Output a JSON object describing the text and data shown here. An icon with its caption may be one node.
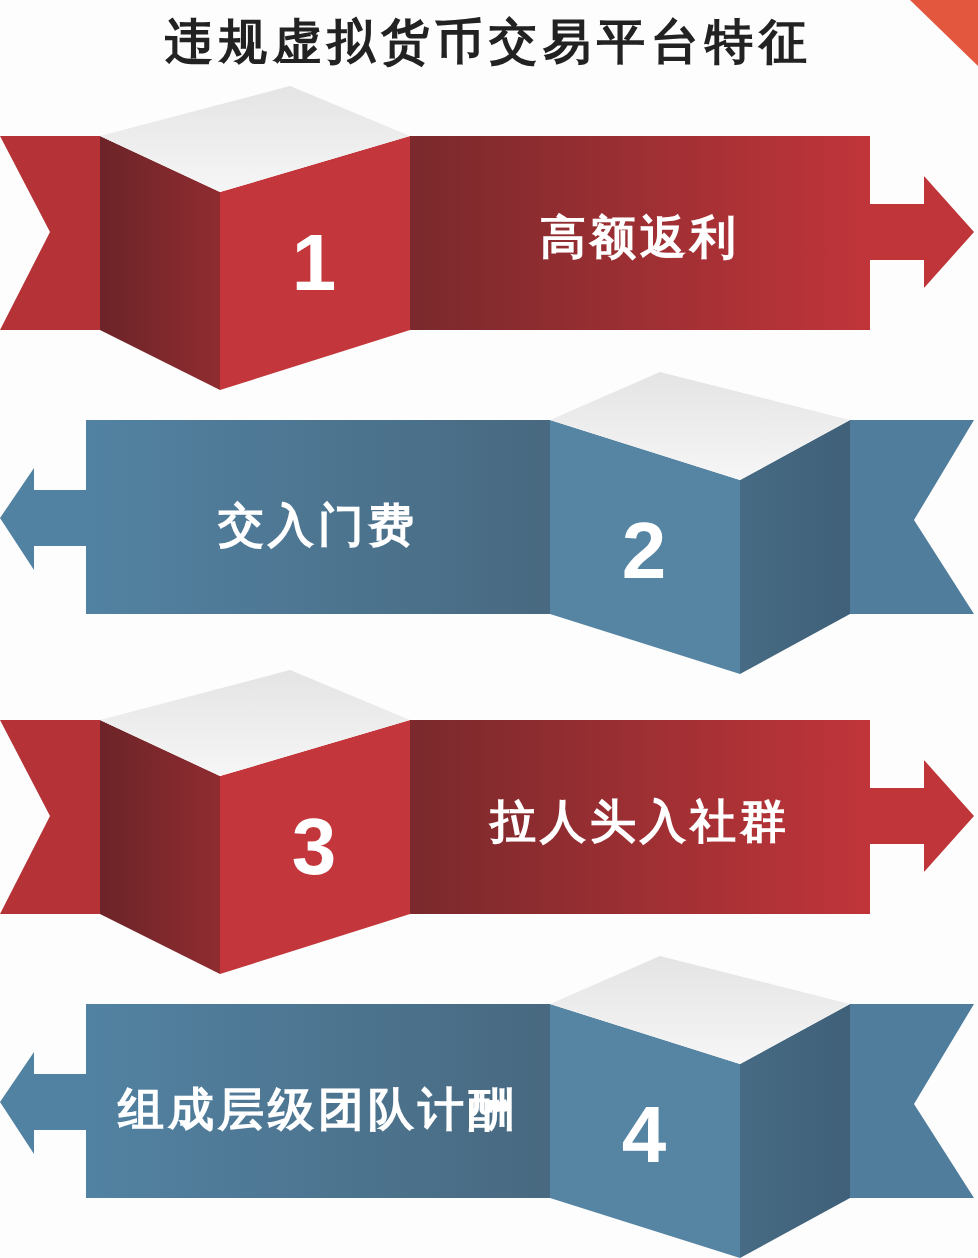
{
  "diagram": {
    "title": "违规虚拟货币交易平台特征",
    "nodes": [
      {
        "text": [
          "1",
          "高额返利"
        ]
      },
      {
        "text": [
          "2",
          "交入门费"
        ]
      },
      {
        "text": [
          "3",
          "拉人头入社群"
        ]
      },
      {
        "text": [
          "4",
          "组成层级团队计酬"
        ]
      }
    ]
  }
}
